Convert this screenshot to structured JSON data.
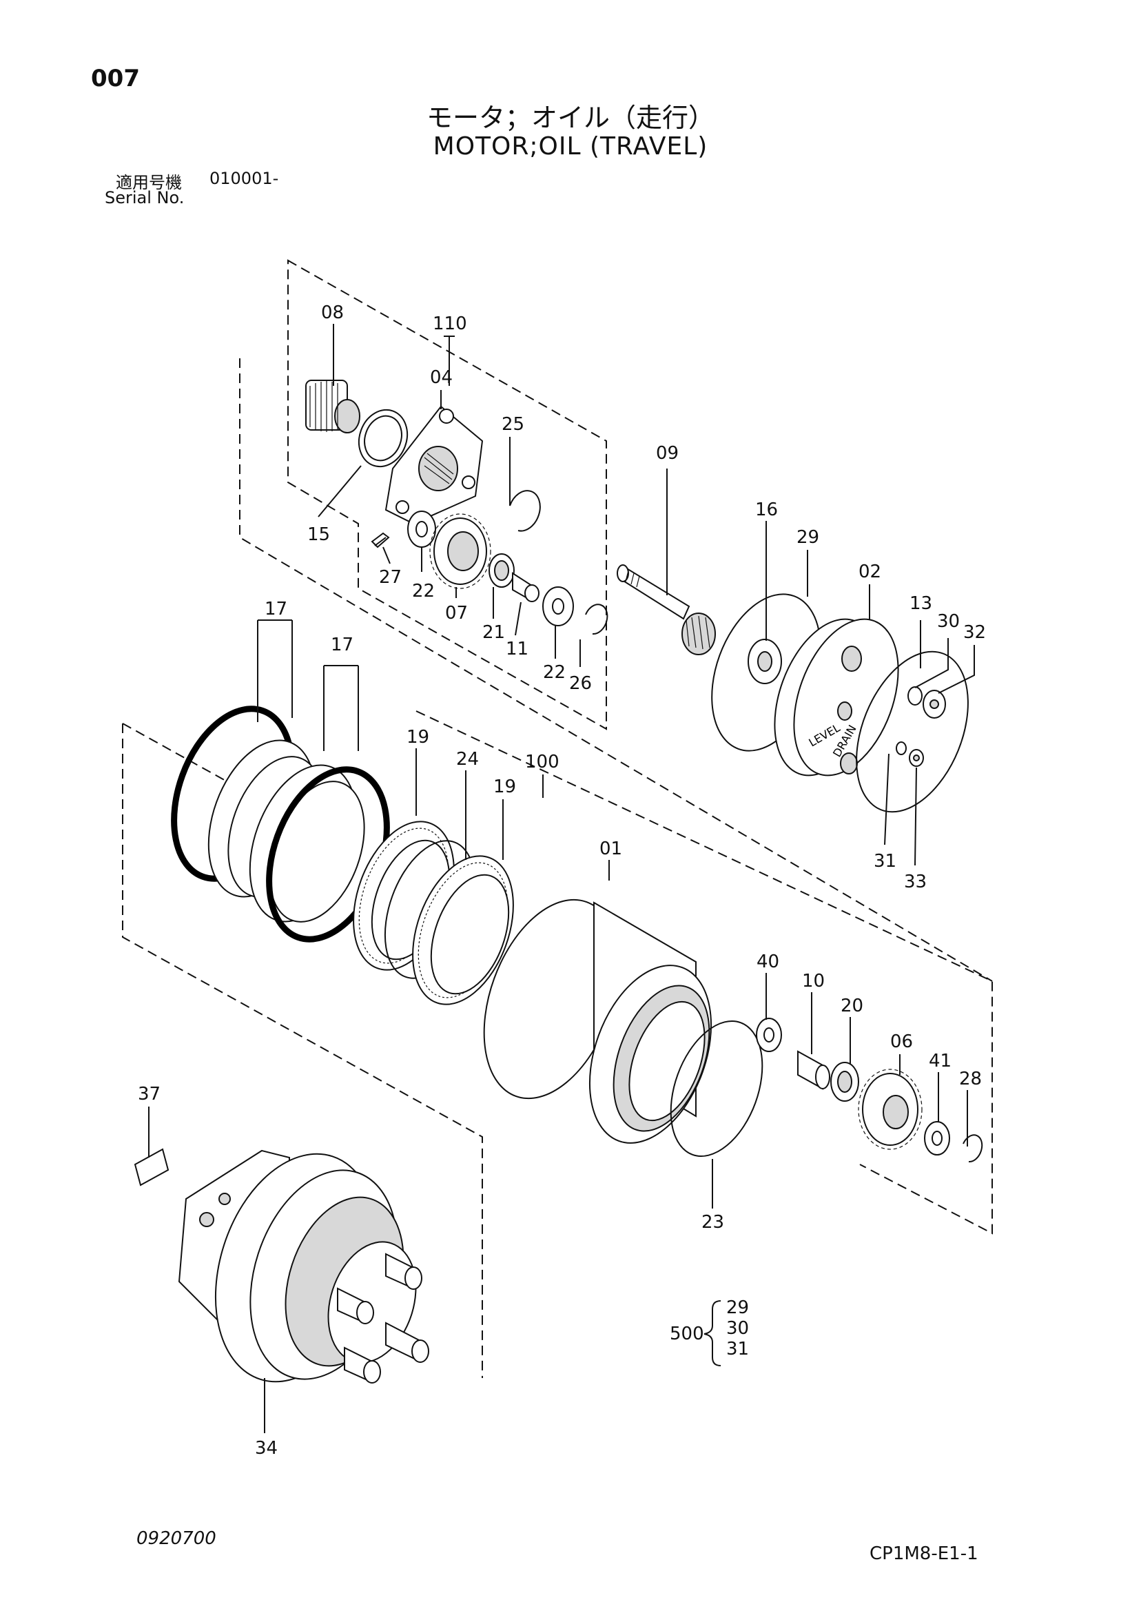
{
  "page_number": "007",
  "title_jp": "モータ；オイル（走行）",
  "title_en": "MOTOR;OIL (TRAVEL)",
  "serial": {
    "jp_label": "適用号機",
    "value": "010001-",
    "en_label": "Serial No."
  },
  "callouts": {
    "c08": "08",
    "c110": "110",
    "c04": "04",
    "c25": "25",
    "c15": "15",
    "c27": "27",
    "c22a": "22",
    "c07": "07",
    "c21": "21",
    "c11": "11",
    "c22b": "22",
    "c26": "26",
    "c09": "09",
    "c16": "16",
    "c29": "29",
    "c02": "02",
    "c13": "13",
    "c30": "30",
    "c32": "32",
    "c31": "31",
    "c33": "33",
    "c17a": "17",
    "c17b": "17",
    "c19a": "19",
    "c24": "24",
    "c19b": "19",
    "c100": "100",
    "c01": "01",
    "c40": "40",
    "c10": "10",
    "c20": "20",
    "c06": "06",
    "c41": "41",
    "c28": "28",
    "c23": "23",
    "c37": "37",
    "c34": "34"
  },
  "kit": {
    "number": "500",
    "items": [
      "29",
      "30",
      "31"
    ]
  },
  "cover_labels": {
    "level": "LEVEL",
    "drain": "DRAIN"
  },
  "footer": {
    "left": "0920700",
    "right": "CP1M8-E1-1"
  }
}
